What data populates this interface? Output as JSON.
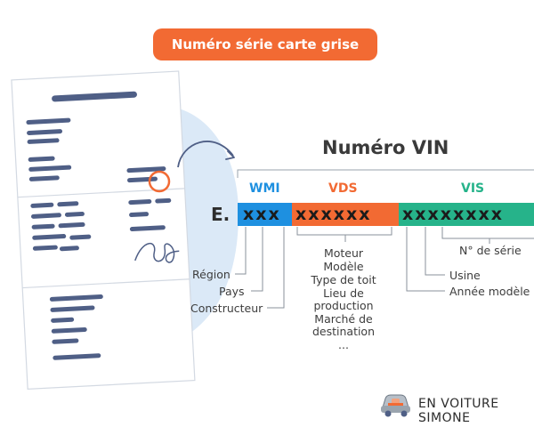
{
  "header": {
    "badge": "Numéro série carte grise"
  },
  "vin": {
    "title": "Numéro VIN",
    "prefix": "E.",
    "segments": [
      {
        "label": "WMI",
        "chars": "xxx",
        "color": "#1e90e0",
        "label_color": "#1e90e0"
      },
      {
        "label": "VDS",
        "chars": "xxxxxx",
        "color": "#f26a33",
        "label_color": "#f26a33"
      },
      {
        "label": "VIS",
        "chars": "xxxxxxxx",
        "color": "#26b38a",
        "label_color": "#26b38a"
      }
    ]
  },
  "wmi_labels": [
    "Région",
    "Pays",
    "Constructeur"
  ],
  "vds_labels": [
    "Moteur",
    "Modèle",
    "Type de toit",
    "Lieu de production",
    "Marché de destination",
    "..."
  ],
  "vis_labels": [
    "N° de série",
    "Usine",
    "Année modèle"
  ],
  "brand": {
    "name": "EN VOITURE SIMONE"
  },
  "colors": {
    "accent": "#f26a33",
    "blob": "#dbe9f7",
    "doc_lines": "#4f5f86"
  }
}
